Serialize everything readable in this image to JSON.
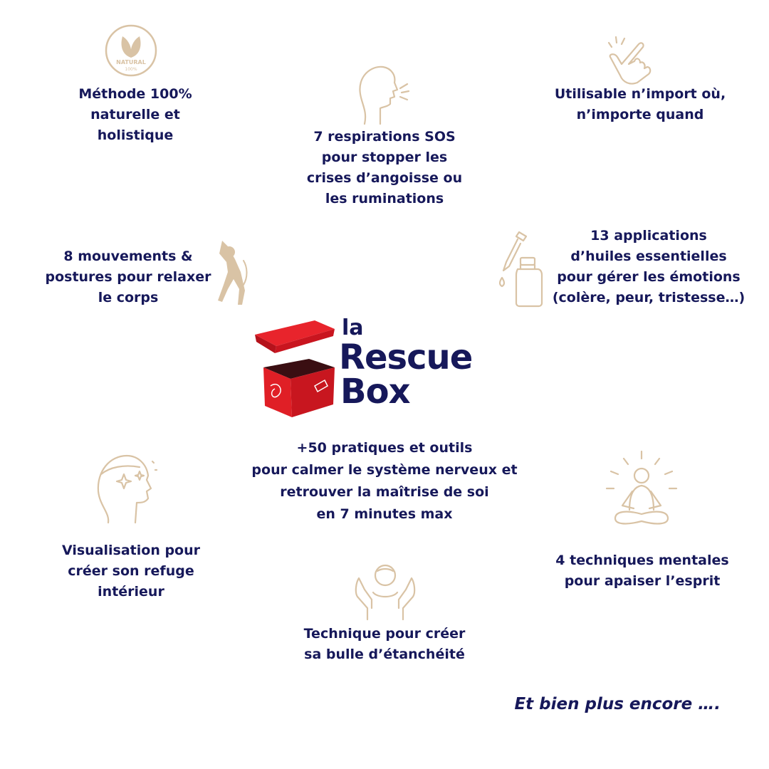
{
  "features": {
    "natural": "Méthode 100%\nnaturelle et\nholistique",
    "breathing": "7 respirations SOS\npour stopper les\ncrises d’angoisse ou\nles ruminations",
    "anywhere": "Utilisable n’import où,\nn’importe quand",
    "movements": "8 mouvements &\npostures pour relaxer\nle corps",
    "oils": "13 applications\nd’huiles essentielles\npour gérer les émotions\n(colère, peur, tristesse…)",
    "practices": "+50 pratiques et outils\npour calmer le système nerveux et\nretrouver la maîtrise de soi\nen 7 minutes max",
    "visualisation": "Visualisation pour\ncréer son refuge\nintérieur",
    "mental": "4 techniques mentales\npour apaiser l’esprit",
    "bubble": "Technique pour créer\nsa bulle d’étanchéité"
  },
  "badge": {
    "line1": "NATURAL",
    "line2": "100%"
  },
  "logo": {
    "word1": "la",
    "word2": "Rescue",
    "word3": "Box"
  },
  "outro": "Et bien plus encore ….",
  "colors": {
    "text": "#16185a",
    "icon_stroke": "#d9c3a5",
    "box_red": "#e01f26",
    "box_dark": "#3a0e12"
  },
  "icons": [
    "natural-badge-icon",
    "breathing-face-icon",
    "pointing-hand-icon",
    "stretching-person-icon",
    "dropper-bottle-icon",
    "mind-head-icon",
    "meditation-icon",
    "protective-hands-icon",
    "rescue-box-icon"
  ]
}
